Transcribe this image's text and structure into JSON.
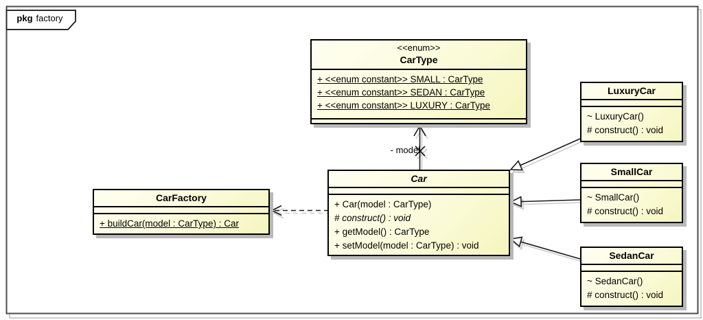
{
  "diagram": {
    "frame_keyword": "pkg",
    "frame_name": "factory"
  },
  "colors": {
    "class_fill_light": "#fffff2",
    "class_fill_dark": "#f5f5bf",
    "class_border": "#000000",
    "box_shadow": "#b9b9b9",
    "frame_border": "#4b4b4b",
    "line_shadow": "#cccccc"
  },
  "classes": {
    "car_type": {
      "stereotype": "<<enum>>",
      "name": "CarType",
      "attributes": [
        "+ <<enum constant>> SMALL : CarType",
        "+ <<enum constant>> SEDAN : CarType",
        "+ <<enum constant>> LUXURY : CarType"
      ]
    },
    "car": {
      "name": "Car",
      "operations": [
        "+ Car(model : CarType)",
        "# construct() : void",
        "+ getModel() : CarType",
        "+ setModel(model : CarType) : void"
      ]
    },
    "car_factory": {
      "name": "CarFactory",
      "operations": [
        "+ buildCar(model : CarType) : Car"
      ]
    },
    "luxury_car": {
      "name": "LuxuryCar",
      "operations": [
        "~ LuxuryCar()",
        "# construct() : void"
      ]
    },
    "small_car": {
      "name": "SmallCar",
      "operations": [
        "~ SmallCar()",
        "# construct() : void"
      ]
    },
    "sedan_car": {
      "name": "SedanCar",
      "operations": [
        "~ SedanCar()",
        "# construct() : void"
      ]
    }
  },
  "connectors": {
    "model_association_label": "- model"
  }
}
